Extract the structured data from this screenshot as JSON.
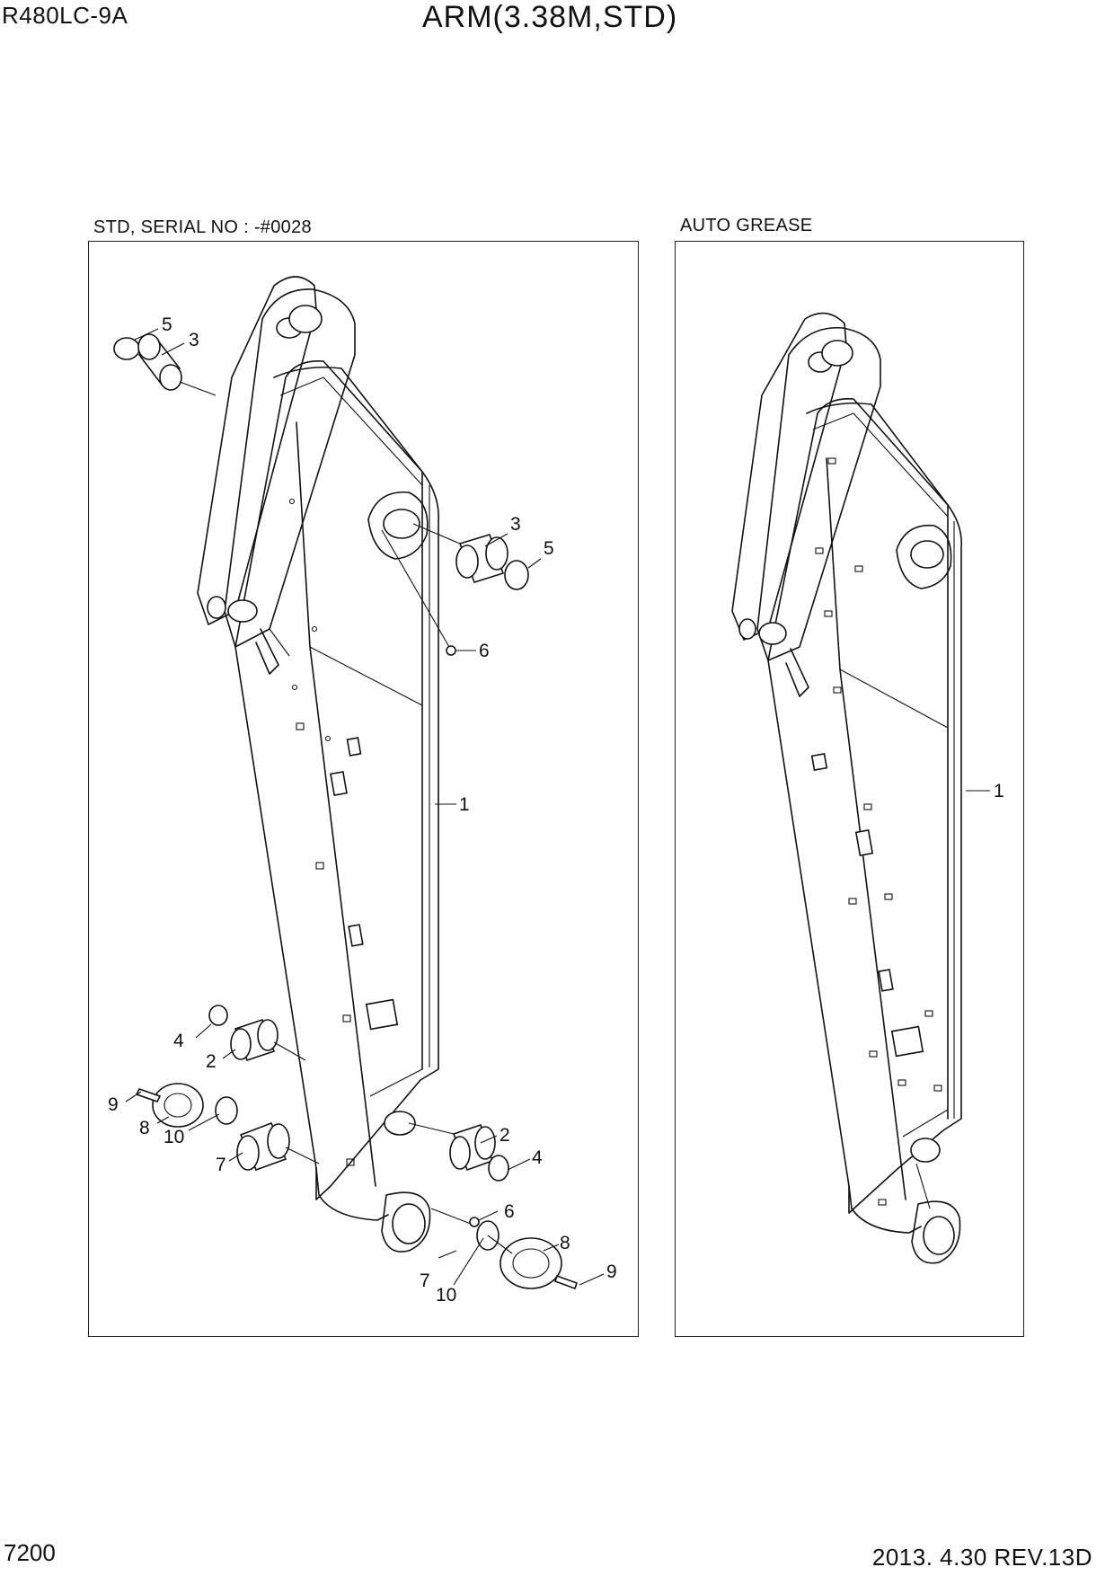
{
  "header": {
    "model": "R480LC-9A",
    "title": "ARM(3.38M,STD)"
  },
  "panels": {
    "left": {
      "caption": "STD, SERIAL NO : -#0028"
    },
    "right": {
      "caption": "AUTO GREASE"
    }
  },
  "callouts": {
    "left": [
      {
        "id": "c5a",
        "label": "5"
      },
      {
        "id": "c3a",
        "label": "3"
      },
      {
        "id": "c3b",
        "label": "3"
      },
      {
        "id": "c5b",
        "label": "5"
      },
      {
        "id": "c6a",
        "label": "6"
      },
      {
        "id": "c1a",
        "label": "1"
      },
      {
        "id": "c4a",
        "label": "4"
      },
      {
        "id": "c2a",
        "label": "2"
      },
      {
        "id": "c9a",
        "label": "9"
      },
      {
        "id": "c8a",
        "label": "8"
      },
      {
        "id": "c10a",
        "label": "10"
      },
      {
        "id": "c7a",
        "label": "7"
      },
      {
        "id": "c2b",
        "label": "2"
      },
      {
        "id": "c4b",
        "label": "4"
      },
      {
        "id": "c6b",
        "label": "6"
      },
      {
        "id": "c8b",
        "label": "8"
      },
      {
        "id": "c9b",
        "label": "9"
      },
      {
        "id": "c7b",
        "label": "7"
      },
      {
        "id": "c10b",
        "label": "10"
      }
    ],
    "right": [
      {
        "id": "c1b",
        "label": "1"
      }
    ]
  },
  "footer": {
    "page": "7200",
    "date_rev": "2013. 4.30  REV.13D"
  }
}
